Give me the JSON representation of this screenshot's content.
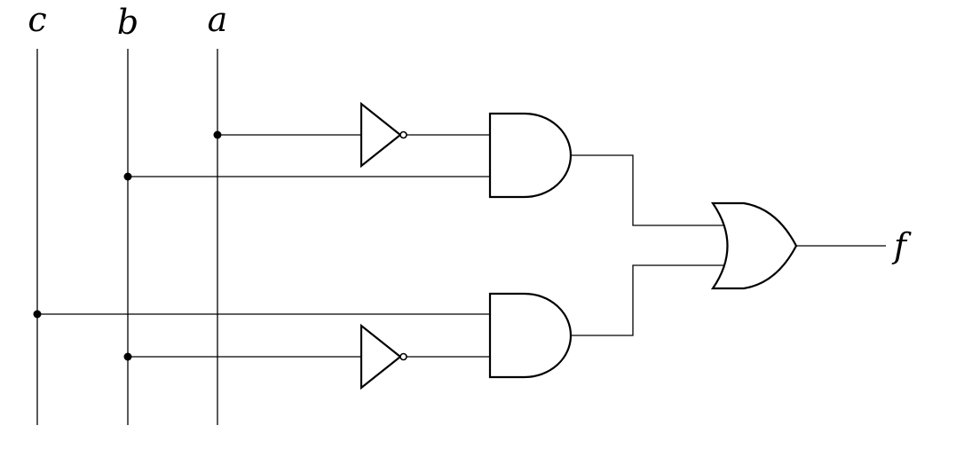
{
  "inputs": {
    "c": "c",
    "b": "b",
    "a": "a"
  },
  "output": "f"
}
